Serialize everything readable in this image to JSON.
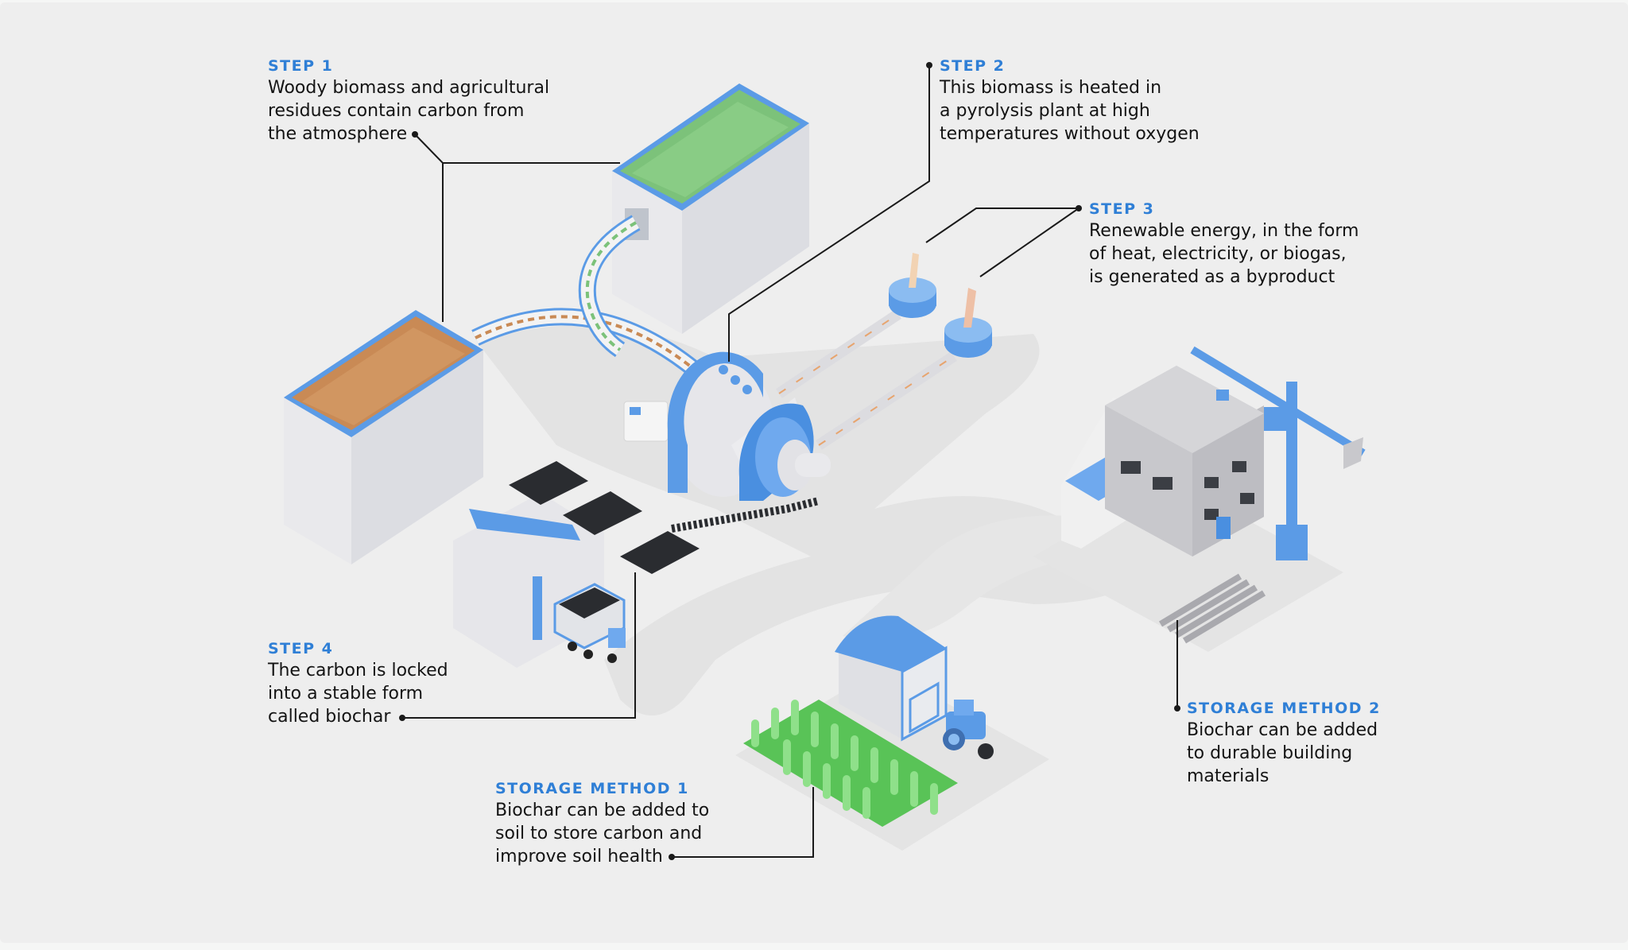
{
  "colors": {
    "accent_blue": "#2f7fd6",
    "structure_blue": "#5b9be6",
    "background": "#eeeeee",
    "text": "#141414",
    "leader_line": "#1a1a1a",
    "biomass_brown": "#c98a55",
    "biomass_green": "#7cc27a",
    "biochar_black": "#2a2c30",
    "crop_green": "#6fd46a"
  },
  "steps": [
    {
      "title": "STEP 1",
      "body": "Woody biomass and agricultural\nresidues contain carbon from\nthe atmosphere"
    },
    {
      "title": "STEP 2",
      "body": "This biomass is heated in\na pyrolysis plant at high\ntemperatures without oxygen"
    },
    {
      "title": "STEP 3",
      "body": "Renewable energy, in the form\nof heat, electricity, or biogas,\nis generated as a byproduct"
    },
    {
      "title": "STEP 4",
      "body": "The carbon is locked\ninto a stable form\ncalled biochar"
    }
  ],
  "storage_methods": [
    {
      "title": "STORAGE METHOD 1",
      "body": "Biochar can be added to\nsoil to store carbon and\nimprove soil health"
    },
    {
      "title": "STORAGE METHOD 2",
      "body": "Biochar can be added\nto durable building\nmaterials"
    }
  ],
  "illustration_icons": [
    "biomass-bin-icon",
    "green-biomass-bin-icon",
    "conveyor-icon",
    "pyrolysis-kiln-icon",
    "energy-chimney-icon",
    "biochar-bags-icon",
    "dump-truck-icon",
    "barn-icon",
    "tractor-icon",
    "crop-field-icon",
    "building-icon",
    "crane-icon",
    "beams-icon"
  ]
}
